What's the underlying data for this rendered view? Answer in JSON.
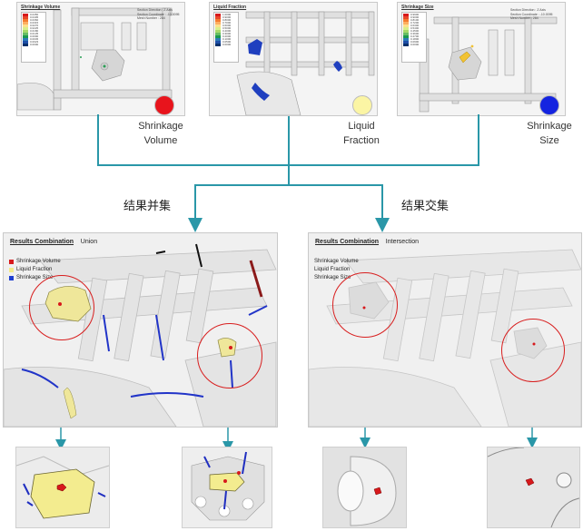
{
  "top_panels": [
    {
      "title": "Shrinkage Volume",
      "legend_colors": [
        "#d7191c",
        "#e8462a",
        "#f47c30",
        "#fdae61",
        "#fee08b",
        "#d9ef8b",
        "#a6d96a",
        "#66bd63",
        "#1a9850",
        "#2c7bb6",
        "#1f4fa8",
        "#08306b"
      ],
      "legend_values": [
        "0.0450",
        "0.0405",
        "0.0360",
        "0.0315",
        "0.0270",
        "0.0225",
        "0.0180",
        "0.0135",
        "0.0090",
        "0.0045",
        "0.0023",
        "0.0000"
      ],
      "info": [
        "Section Direction  : Z Axis",
        "Section Coordinate : -10.0095",
        "Mesh Number        : 284"
      ]
    },
    {
      "title": "Liquid Fraction",
      "legend_colors": [
        "#d7191c",
        "#e8462a",
        "#f47c30",
        "#fdae61",
        "#fee08b",
        "#d9ef8b",
        "#a6d96a",
        "#66bd63",
        "#1a9850",
        "#2c7bb6",
        "#1f4fa8",
        "#08306b"
      ],
      "legend_values": [
        "1.0000",
        "0.9000",
        "0.8000",
        "0.7000",
        "0.6000",
        "0.5000",
        "0.4000",
        "0.3000",
        "0.2000",
        "0.1000",
        "0.0500",
        "0.0000"
      ],
      "info": []
    },
    {
      "title": "Shrinkage Size",
      "legend_colors": [
        "#d7191c",
        "#e8462a",
        "#f47c30",
        "#fdae61",
        "#fee08b",
        "#d9ef8b",
        "#a6d96a",
        "#66bd63",
        "#1a9850",
        "#2c7bb6",
        "#1f4fa8",
        "#08306b"
      ],
      "legend_values": [
        "0.9900",
        "0.9000",
        "0.8100",
        "0.7200",
        "0.6300",
        "0.5400",
        "0.4500",
        "0.3600",
        "0.2700",
        "0.1800",
        "0.0900",
        "0.0000"
      ],
      "info": [
        "Section Direction  : Z Axis",
        "Section Coordinate : -10.0095",
        "Mesh Number        : 284"
      ]
    }
  ],
  "indicators": [
    {
      "color": "#e8141c",
      "label_lines": [
        "Shrinkage",
        "Volume"
      ]
    },
    {
      "color": "#fbf5a4",
      "label_lines": [
        "Liquid",
        "Fraction"
      ]
    },
    {
      "color": "#1424e0",
      "label_lines": [
        "Shrinkage",
        "Size"
      ]
    }
  ],
  "operations": {
    "union": "结果并集",
    "intersection": "结果交集"
  },
  "union_panel": {
    "title": "Results Combination",
    "mode": "Union",
    "legend": [
      {
        "label": "Shrinkage Volume",
        "color": "#d7191c"
      },
      {
        "label": "Liquid Fraction",
        "color": "#f3eb8a"
      },
      {
        "label": "Shrinkage Size",
        "color": "#1f3fd0"
      }
    ]
  },
  "intersection_panel": {
    "title": "Results Combination",
    "mode": "Intersection",
    "legend": [
      {
        "label": "Shrinkage Volume"
      },
      {
        "label": "Liquid Fraction"
      },
      {
        "label": "Shrinkage Size"
      }
    ]
  },
  "colors": {
    "connector": "#2a97a8",
    "highlight_circle": "#d81e1e",
    "casting_gray": "#e2e2e2"
  }
}
